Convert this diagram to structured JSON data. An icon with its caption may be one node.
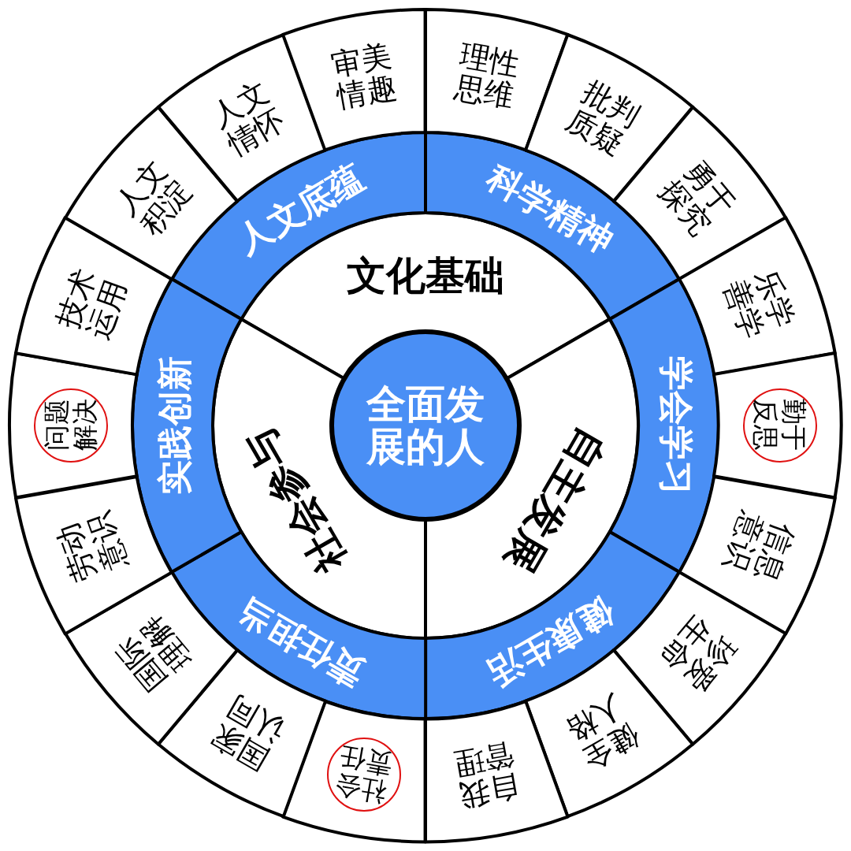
{
  "diagram": {
    "nodes": [
      {
        "text": [
          "全面发展的人"
        ]
      },
      {
        "text": [
          "文化基础"
        ]
      },
      {
        "text": [
          "自主发展"
        ]
      },
      {
        "text": [
          "社会参与"
        ]
      },
      {
        "text": [
          "人文底蕴"
        ]
      },
      {
        "text": [
          "科学精神"
        ]
      },
      {
        "text": [
          "学会学习"
        ]
      },
      {
        "text": [
          "健康生活"
        ]
      },
      {
        "text": [
          "责任担当"
        ]
      },
      {
        "text": [
          "实践创新"
        ]
      },
      {
        "text": [
          "理性思维"
        ]
      },
      {
        "text": [
          "批判质疑"
        ]
      },
      {
        "text": [
          "勇于探究"
        ]
      },
      {
        "text": [
          "乐学善学"
        ]
      },
      {
        "text": [],
        "shape": "sector"
      },
      {
        "text": [
          "勤于反思"
        ],
        "in": 14
      },
      {
        "text": [
          "信息意识"
        ]
      },
      {
        "text": [
          "珍爱生命"
        ]
      },
      {
        "text": [
          "健全人格"
        ]
      },
      {
        "text": [
          "自我管理"
        ]
      },
      {
        "text": [],
        "shape": "sector"
      },
      {
        "text": [
          "社会责任"
        ],
        "in": 20
      },
      {
        "text": [
          "国家认同"
        ]
      },
      {
        "text": [
          "国际理解"
        ]
      },
      {
        "text": [
          "劳动意识"
        ]
      },
      {
        "text": [],
        "shape": "sector"
      },
      {
        "text": [
          "问题解决"
        ],
        "in": 25
      },
      {
        "text": [
          "技术运用"
        ]
      },
      {
        "text": [
          "人文积淀"
        ]
      },
      {
        "text": [
          "人文情怀"
        ]
      },
      {
        "text": [
          "审美情趣"
        ]
      }
    ]
  }
}
